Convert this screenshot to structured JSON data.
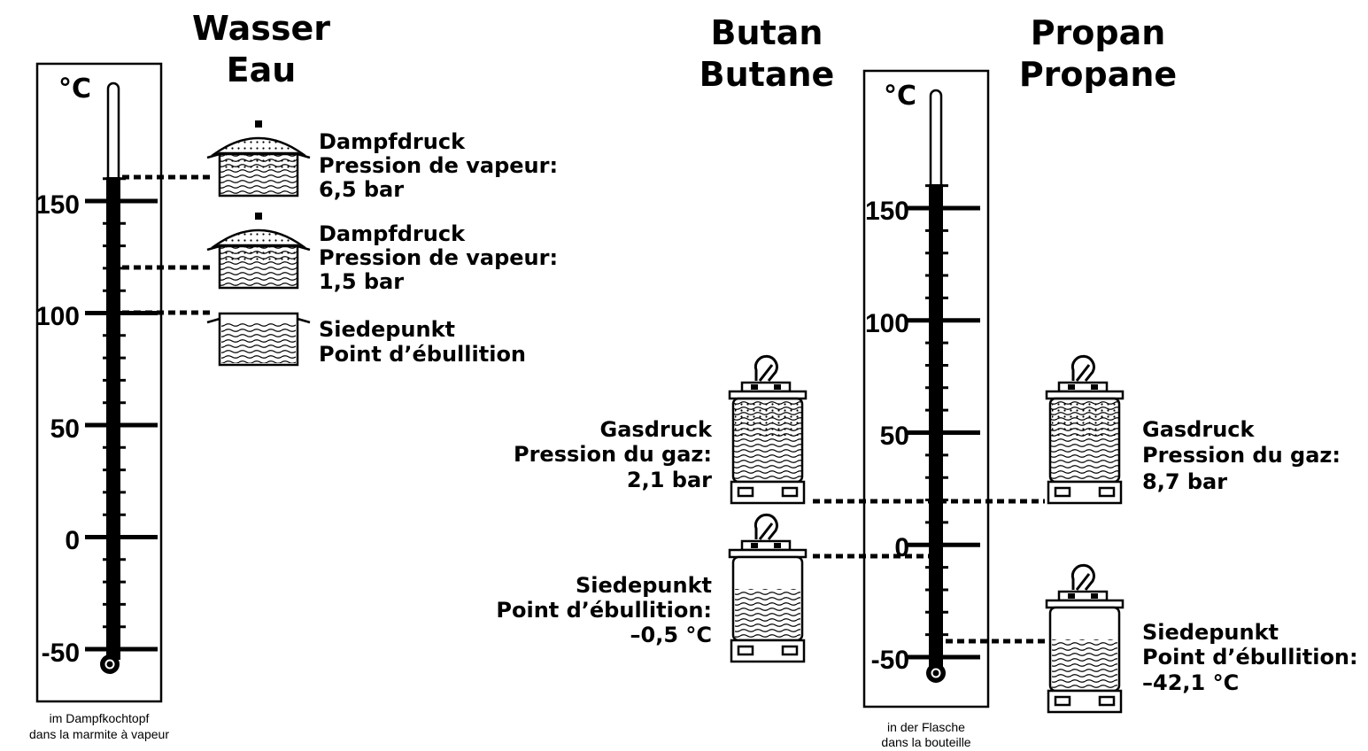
{
  "water": {
    "title_de": "Wasser",
    "title_fr": "Eau",
    "unit": "°C",
    "tick_labels": [
      "150",
      "100",
      "50",
      "0",
      "-50"
    ],
    "caption_de": "im Dampfkochtopf",
    "caption_fr": "dans la marmite à vapeur",
    "points": [
      {
        "title_de": "Dampfdruck",
        "title_fr": "Pression de vapeur:",
        "value": "6,5 bar",
        "temperature": 160
      },
      {
        "title_de": "Dampfdruck",
        "title_fr": "Pression de vapeur:",
        "value": "1,5 bar",
        "temperature": 120
      },
      {
        "title_de": "Siedepunkt",
        "title_fr": "Point d’ébullition",
        "value": "",
        "temperature": 100
      }
    ]
  },
  "gas": {
    "butane_de": "Butan",
    "butane_fr": "Butane",
    "propane_de": "Propan",
    "propane_fr": "Propane",
    "unit": "°C",
    "tick_labels": [
      "150",
      "100",
      "50",
      "0",
      "-50"
    ],
    "caption_de": "in der Flasche",
    "caption_fr": "dans la bouteille",
    "butane_pressure": {
      "title_de": "Gasdruck",
      "title_fr": "Pression du gaz:",
      "value": "2,1 bar",
      "temperature": 20
    },
    "butane_boiling": {
      "title_de": "Siedepunkt",
      "title_fr": "Point d’ébullition:",
      "value": "–0,5 °C",
      "temperature": -0.5
    },
    "propane_pressure": {
      "title_de": "Gasdruck",
      "title_fr": "Pression du gaz:",
      "value": "8,7 bar",
      "temperature": 20
    },
    "propane_boiling": {
      "title_de": "Siedepunkt",
      "title_fr": "Point d’ébullition:",
      "value": "–42,1 °C",
      "temperature": -42.1
    }
  },
  "icons": [
    "pressure-cooker-icon",
    "open-pot-icon",
    "gas-cylinder-icon"
  ]
}
